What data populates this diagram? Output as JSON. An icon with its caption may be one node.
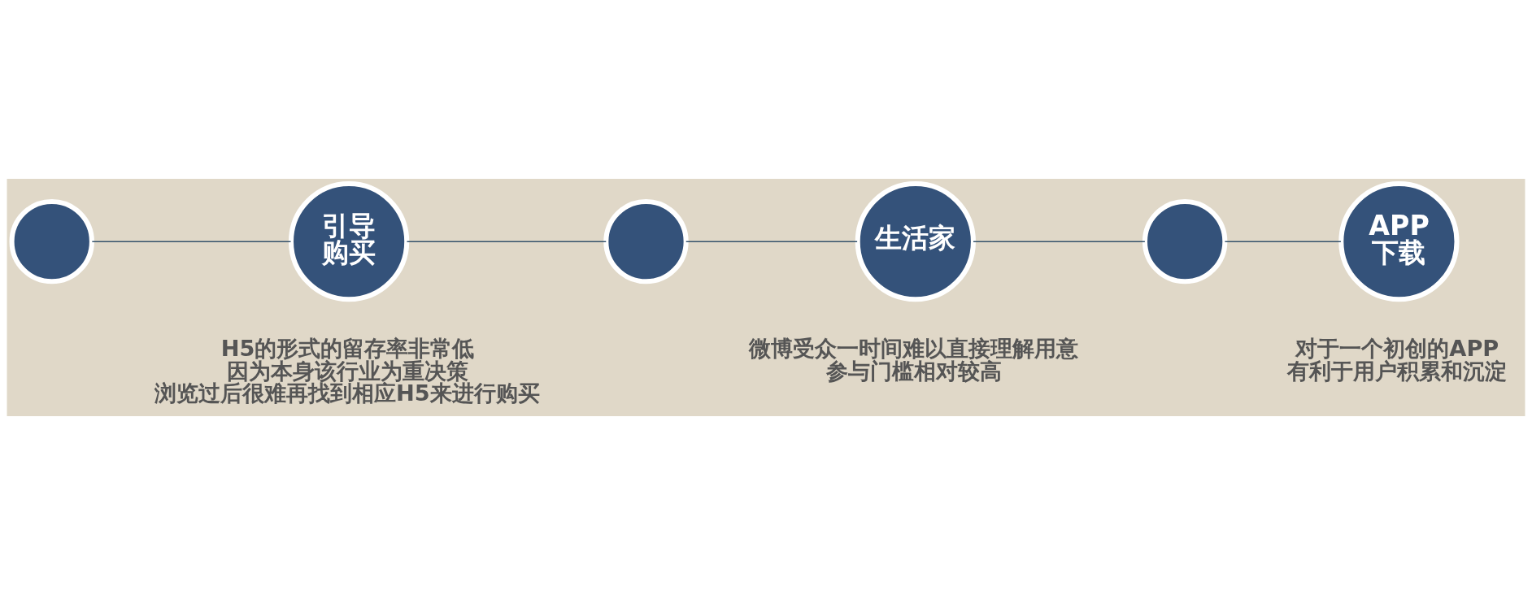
{
  "diagram": {
    "nodes": [
      {
        "text": [],
        "shape": "circle"
      },
      {
        "text": [
          "引导购买"
        ],
        "beside": [
          "H5的形式的留存率非常低",
          "因为本身该行业为重决策",
          "浏览过后很难再找到相应H5来进行购买"
        ]
      },
      {
        "text": [],
        "shape": "circle"
      },
      {
        "text": [
          "生活家"
        ],
        "beside": [
          "微博受众一时间难以直接理解用意",
          "参与门槛相对较高"
        ]
      },
      {
        "text": [],
        "shape": "circle"
      },
      {
        "text": [
          "APP 下载"
        ],
        "beside": [
          "对于一个初创的APP",
          "有利于用户积累和沉淀"
        ]
      }
    ],
    "edges": [
      {
        "from": 0,
        "to": 1,
        "arrow": "none"
      },
      {
        "from": 1,
        "to": 2,
        "arrow": "none"
      },
      {
        "from": 2,
        "to": 3,
        "arrow": "none"
      },
      {
        "from": 3,
        "to": 4,
        "arrow": "none"
      },
      {
        "from": 4,
        "to": 5,
        "arrow": "none"
      }
    ]
  }
}
